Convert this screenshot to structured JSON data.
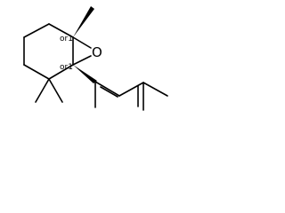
{
  "molecule": {
    "heteroatom_label": "O",
    "stereo_descriptors": [
      "or1",
      "or1"
    ]
  },
  "colors": {
    "bond": "#000000",
    "background": "#ffffff"
  }
}
